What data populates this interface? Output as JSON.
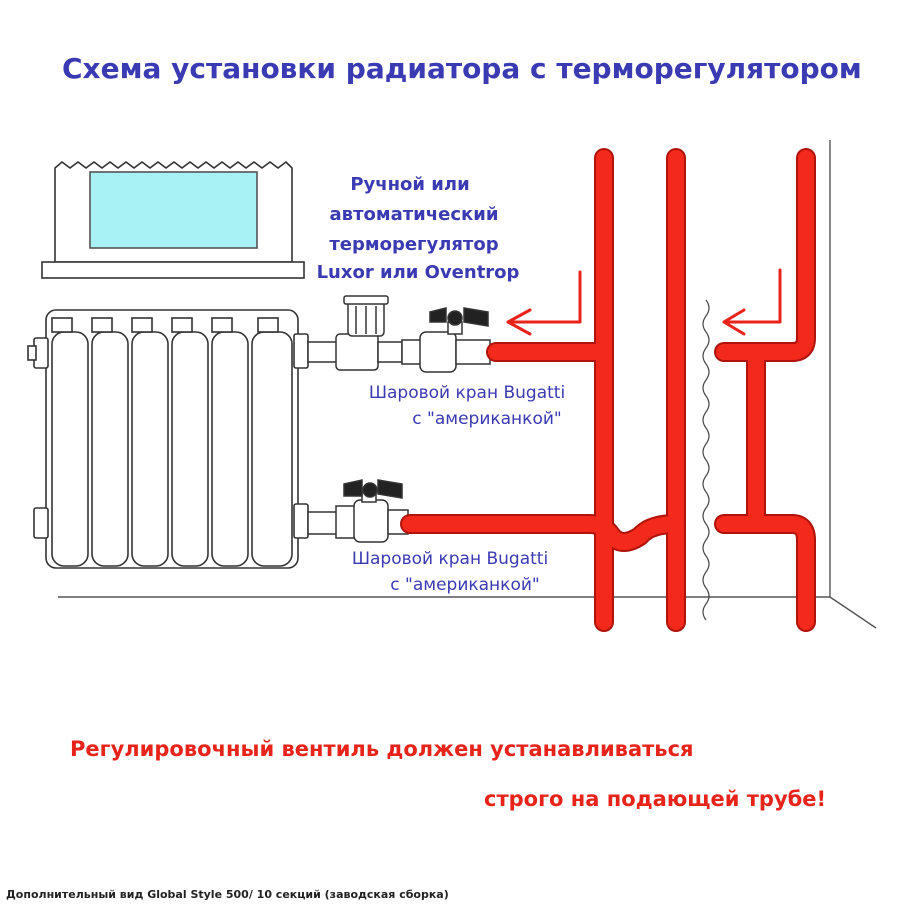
{
  "title": "Схема установки радиатора с терморегулятором",
  "thermostat_label": {
    "line1": "Ручной или",
    "line2": "автоматический",
    "line3": "терморегулятор",
    "line4": "Luxor или Oventrop"
  },
  "upper_valve_label": {
    "line1": "Шаровой кран Bugatti",
    "line2": "с \"американкой\""
  },
  "lower_valve_label": {
    "line1": "Шаровой кран Bugatti",
    "line2": "с \"американкой\""
  },
  "note": {
    "line1": "Регулировочный вентиль должен устанавливаться",
    "line2": "строго на подающей трубе!"
  },
  "footer": "Дополнительный вид Global Style 500/ 10 секций (заводская сборка)",
  "colors": {
    "pipe": "#f2291b",
    "pipe_outline": "#b0130b",
    "label": "#3a3ab3",
    "note": "#e8231a",
    "glass": "#a8f1f5"
  },
  "icons": [
    "radiator-icon",
    "window-icon",
    "ball-valve-icon",
    "thermostat-valve-icon",
    "arrow-icon",
    "wall-break-icon"
  ]
}
